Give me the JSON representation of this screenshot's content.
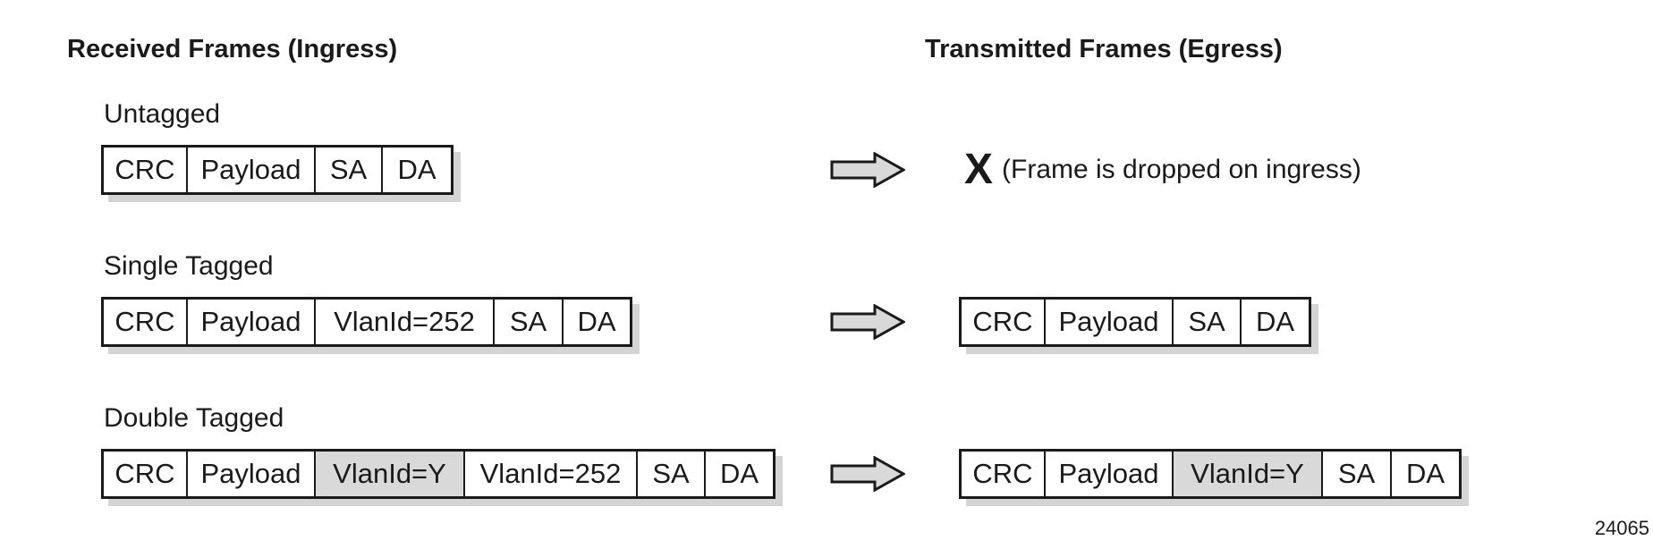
{
  "headings": {
    "ingress": "Received Frames (Ingress)",
    "egress": "Transmitted Frames (Egress)"
  },
  "rows": [
    {
      "label": "Untagged",
      "ingress_fields": [
        {
          "text": "CRC",
          "shaded": false
        },
        {
          "text": "Payload",
          "shaded": false
        },
        {
          "text": "SA",
          "shaded": false
        },
        {
          "text": "DA",
          "shaded": false
        }
      ],
      "dropped": true,
      "drop_mark": "X",
      "drop_text": "(Frame is dropped on ingress)",
      "egress_fields": []
    },
    {
      "label": "Single Tagged",
      "ingress_fields": [
        {
          "text": "CRC",
          "shaded": false
        },
        {
          "text": "Payload",
          "shaded": false
        },
        {
          "text": "VlanId=252",
          "shaded": false
        },
        {
          "text": "SA",
          "shaded": false
        },
        {
          "text": "DA",
          "shaded": false
        }
      ],
      "dropped": false,
      "egress_fields": [
        {
          "text": "CRC",
          "shaded": false
        },
        {
          "text": "Payload",
          "shaded": false
        },
        {
          "text": "SA",
          "shaded": false
        },
        {
          "text": "DA",
          "shaded": false
        }
      ]
    },
    {
      "label": "Double Tagged",
      "ingress_fields": [
        {
          "text": "CRC",
          "shaded": false
        },
        {
          "text": "Payload",
          "shaded": false
        },
        {
          "text": "VlanId=Y",
          "shaded": true
        },
        {
          "text": "VlanId=252",
          "shaded": false
        },
        {
          "text": "SA",
          "shaded": false
        },
        {
          "text": "DA",
          "shaded": false
        }
      ],
      "dropped": false,
      "egress_fields": [
        {
          "text": "CRC",
          "shaded": false
        },
        {
          "text": "Payload",
          "shaded": false
        },
        {
          "text": "VlanId=Y",
          "shaded": true
        },
        {
          "text": "SA",
          "shaded": false
        },
        {
          "text": "DA",
          "shaded": false
        }
      ]
    }
  ],
  "figure_id": "24065",
  "colors": {
    "stroke": "#1a1a1a",
    "tag_fill": "#d9d9d9",
    "shadow": "#d4d4d4",
    "arrow_fill": "#d9d9d9"
  }
}
